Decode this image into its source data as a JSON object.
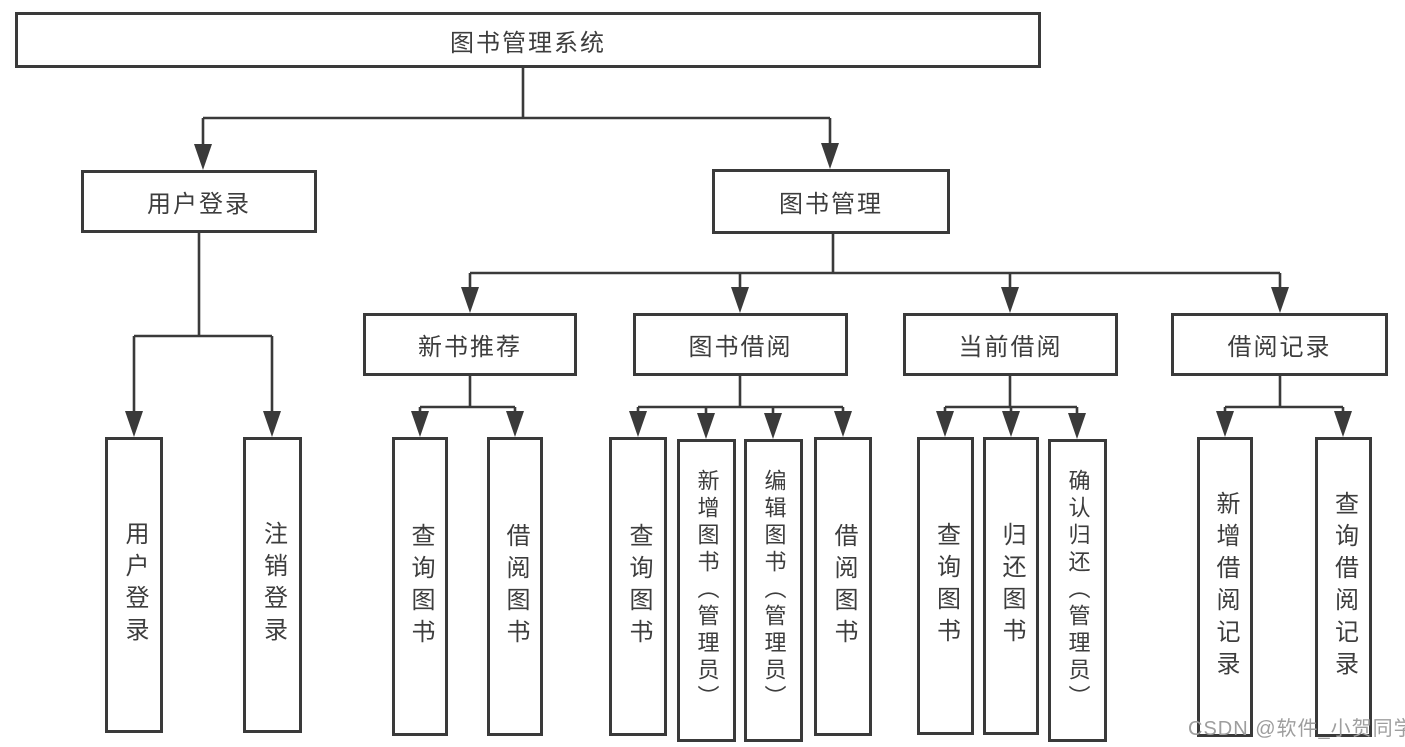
{
  "diagram": {
    "title": "图书管理系统",
    "level2": {
      "user_login": "用户登录",
      "book_management": "图书管理"
    },
    "level3": {
      "new_book_recommend": "新书推荐",
      "book_borrowing": "图书借阅",
      "current_borrowing": "当前借阅",
      "borrowing_records": "借阅记录"
    },
    "leaves": {
      "user_login": "用户登录",
      "logout": "注销登录",
      "query_books_1": "查询图书",
      "borrow_books_1": "借阅图书",
      "query_books_2": "查询图书",
      "add_books_admin": "新增图书（管理员）",
      "edit_books_admin": "编辑图书（管理员）",
      "borrow_books_2": "借阅图书",
      "query_books_3": "查询图书",
      "return_books": "归还图书",
      "confirm_return_admin": "确认归还（管理员）",
      "add_borrow_record": "新增借阅记录",
      "query_borrow_record": "查询借阅记录"
    },
    "watermark": "CSDN @软件_小贺同学",
    "colors": {
      "line": "#3a3a3a",
      "text": "#3d3d3d",
      "watermark": "#9e9e9e",
      "background": "#ffffff"
    }
  }
}
